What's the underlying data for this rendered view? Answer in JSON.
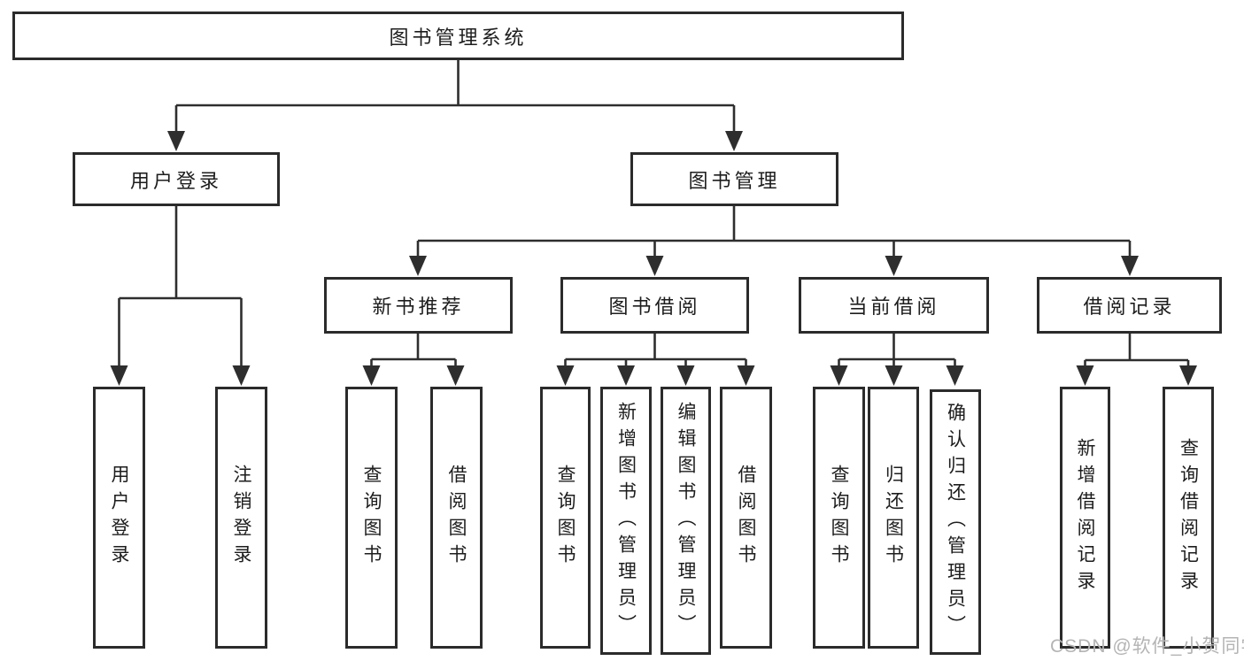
{
  "nodes": {
    "root": "图书管理系统",
    "user_login": "用户登录",
    "book_management": "图书管理",
    "new_book_recommend": "新书推荐",
    "book_borrow": "图书借阅",
    "current_borrow": "当前借阅",
    "borrow_record": "借阅记录",
    "a1_user_login": "用户登录",
    "a2_logout": "注销登录",
    "b1_query_book": "查询图书",
    "b2_borrow_book": "借阅图书",
    "c1_query_book": "查询图书",
    "c2_add_book_admin": "新增图书（管理员）",
    "c3_edit_book_admin": "编辑图书（管理员）",
    "c4_borrow_book": "借阅图书",
    "d1_query_book": "查询图书",
    "d2_return_book": "归还图书",
    "d3_confirm_return_admin": "确认归还（管理员）",
    "e1_add_borrow_record": "新增借阅记录",
    "e2_query_borrow_record": "查询借阅记录"
  },
  "hierarchy": {
    "图书管理系统": {
      "用户登录": [
        "用户登录",
        "注销登录"
      ],
      "图书管理": {
        "新书推荐": [
          "查询图书",
          "借阅图书"
        ],
        "图书借阅": [
          "查询图书",
          "新增图书（管理员）",
          "编辑图书（管理员）",
          "借阅图书"
        ],
        "当前借阅": [
          "查询图书",
          "归还图书",
          "确认归还（管理员）"
        ],
        "借阅记录": [
          "新增借阅记录",
          "查询借阅记录"
        ]
      }
    }
  },
  "watermark": "CSDN @软件_小贺同学",
  "colors": {
    "line": "#2e2e2e",
    "box_border": "#2b2b2b",
    "box_fill": "#ffffff",
    "text": "#1d1d1d",
    "watermark": "#b4b4b4",
    "background": "#ffffff"
  }
}
